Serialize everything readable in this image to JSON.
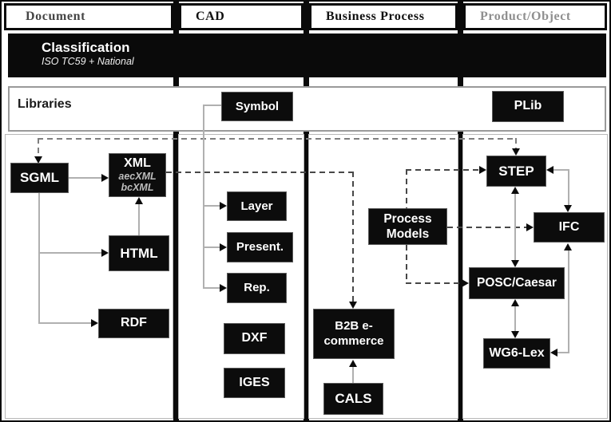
{
  "header": {
    "columns": [
      {
        "label": "Document"
      },
      {
        "label": "CAD"
      },
      {
        "label": "Business Process"
      },
      {
        "label": "Product/Object"
      }
    ]
  },
  "classification": {
    "title": "Classification",
    "subtitle": "ISO TC59 + National"
  },
  "libraries": {
    "label": "Libraries"
  },
  "nodes": {
    "sgml": "SGML",
    "xml": "XML",
    "xml_sub1": "aecXML",
    "xml_sub2": "bcXML",
    "html": "HTML",
    "rdf": "RDF",
    "symbol": "Symbol",
    "layer": "Layer",
    "present": "Present.",
    "rep": "Rep.",
    "dxf": "DXF",
    "iges": "IGES",
    "process_models": "Process Models",
    "b2b": "B2B e-commerce",
    "cals": "CALS",
    "plib": "PLib",
    "step": "STEP",
    "ifc": "IFC",
    "posc": "POSC/Caesar",
    "wg6": "WG6-Lex"
  },
  "colors": {
    "box_bg": "#0c0c0c",
    "box_text": "#ffffff",
    "connector": "#b0b0b0",
    "dashed_dark": "#474747",
    "dashed_gray": "#7e7e7e",
    "header_document": "#454545",
    "header_cad": "#111111",
    "header_business": "#111111",
    "header_product": "#8f8f8f"
  }
}
